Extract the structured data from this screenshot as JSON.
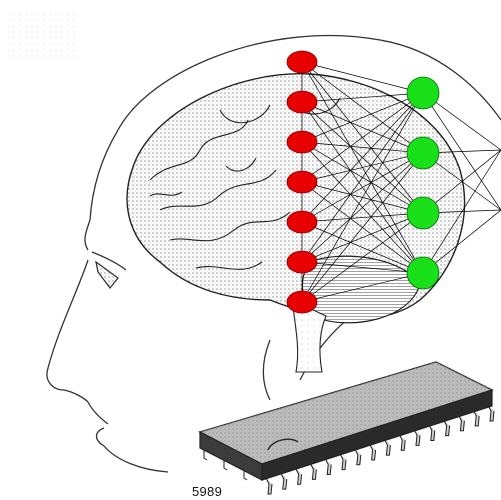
{
  "image": {
    "caption": "5989",
    "colors": {
      "input_layer": "#e80000",
      "output_layer": "#19e019",
      "line": "#000000",
      "chip_body": "#3c3c3c",
      "chip_top": "#9a9a9a"
    },
    "network": {
      "input_count": 7,
      "output_count": 4,
      "offscreen_targets": 2
    }
  }
}
